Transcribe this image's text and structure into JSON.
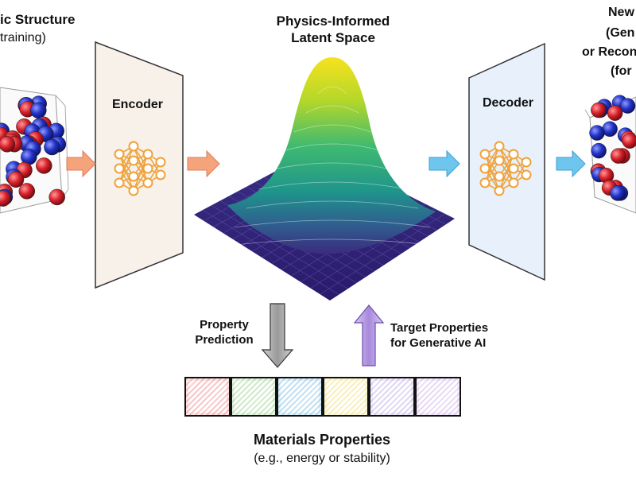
{
  "input": {
    "title": "ic Structure",
    "subtitle": "training)"
  },
  "encoder": {
    "label": "Encoder"
  },
  "latent": {
    "title_line1": "Physics-Informed",
    "title_line2": "Latent Space"
  },
  "decoder": {
    "label": "Decoder"
  },
  "output": {
    "line1": "New",
    "line2": "(Gen",
    "line3": "or Recons",
    "line4": "(for"
  },
  "prediction": {
    "line1": "Property",
    "line2": "Prediction"
  },
  "target": {
    "line1": "Target Properties",
    "line2": "for Generative AI"
  },
  "properties": {
    "title": "Materials Properties",
    "subtitle": "(e.g., energy or stability)",
    "cell_colors": [
      "#e8565b",
      "#6cbf59",
      "#46a3d9",
      "#e9d23a",
      "#a286d9",
      "#b98fe0"
    ]
  },
  "colors": {
    "encoder_arrow": "#f5a37a",
    "decoder_arrow": "#6ec6ef",
    "prediction_arrow": "#aaaaaa",
    "target_arrow": "#b49ae0",
    "atom_red": "#d8202a",
    "atom_blue": "#2233c8",
    "network": "#f0a23a"
  }
}
